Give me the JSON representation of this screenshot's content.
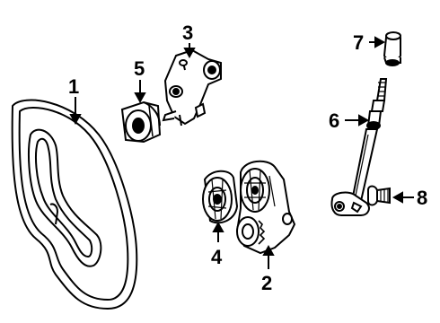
{
  "diagram": {
    "callouts": [
      {
        "id": "1"
      },
      {
        "id": "2"
      },
      {
        "id": "3"
      },
      {
        "id": "4"
      },
      {
        "id": "5"
      },
      {
        "id": "6"
      },
      {
        "id": "7"
      },
      {
        "id": "8"
      }
    ],
    "parts": [
      {
        "callout": "1",
        "icon": "serpentine-belt-icon"
      },
      {
        "callout": "2",
        "icon": "belt-tensioner-icon"
      },
      {
        "callout": "3",
        "icon": "tensioner-bracket-icon"
      },
      {
        "callout": "4",
        "icon": "idler-pulley-icon"
      },
      {
        "callout": "5",
        "icon": "idler-pulley-small-icon"
      },
      {
        "callout": "6",
        "icon": "tensioner-rod-icon"
      },
      {
        "callout": "7",
        "icon": "cap-fitting-icon"
      },
      {
        "callout": "8",
        "icon": "bolt-icon"
      }
    ],
    "colors": {
      "line": "#000000",
      "background": "#ffffff"
    }
  }
}
